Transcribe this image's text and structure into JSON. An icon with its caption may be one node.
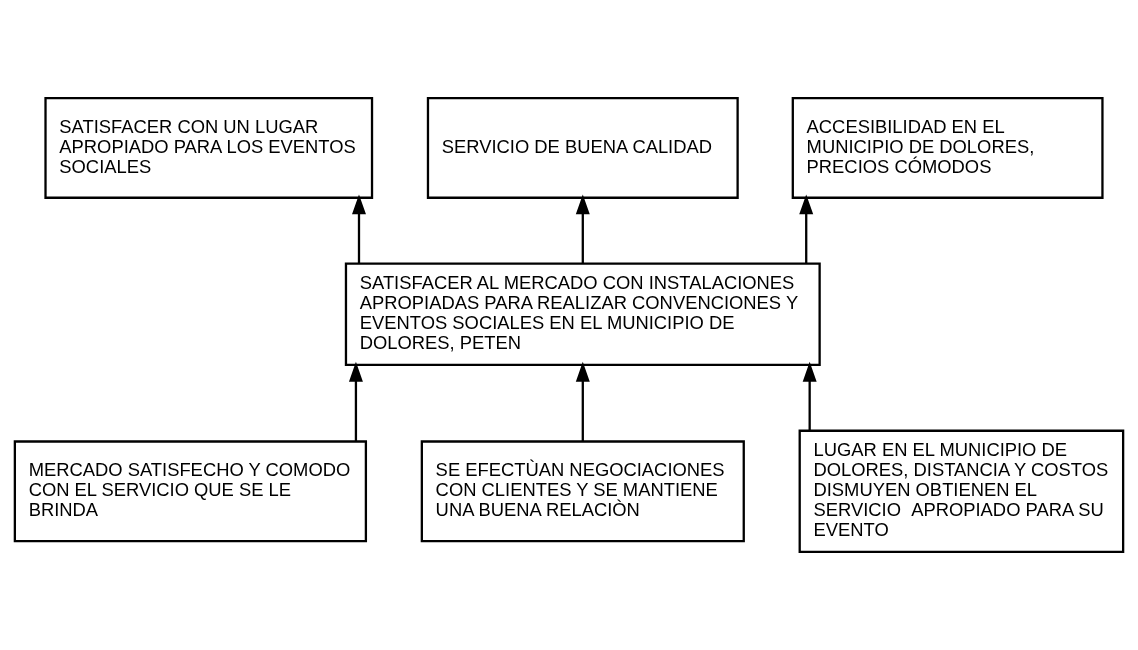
{
  "diagram": {
    "nodes": [
      {
        "text": [
          "SATISFACER CON UN LUGAR APROPIADO PARA LOS EVENTOS SOCIALES"
        ]
      },
      {
        "text": [
          "SERVICIO DE BUENA CALIDAD"
        ]
      },
      {
        "text": [
          "ACCESIBILIDAD EN EL MUNICIPIO DE DOLORES, PRECIOS CÓMODOS"
        ]
      },
      {
        "text": [
          "SATISFACER AL MERCADO CON INSTALACIONES APROPIADAS PARA REALIZAR CONVENCIONES Y EVENTOS SOCIALES EN EL MUNICIPIO DE DOLORES, PETEN"
        ]
      },
      {
        "text": [
          "MERCADO SATISFECHO Y COMODO CON EL SERVICIO QUE SE LE BRINDA"
        ]
      },
      {
        "text": [
          "SE EFECTÙAN NEGOCIACIONES CON CLIENTES Y SE MANTIENE UNA BUENA RELACIÒN"
        ]
      },
      {
        "text": [
          "LUGAR EN EL MUNICIPIO DE DOLORES, DISTANCIA Y COSTOS DISMUYEN OBTIENEN EL SERVICIO  APROPIADO PARA SU EVENTO"
        ]
      }
    ],
    "edges": [
      {
        "from": 3,
        "to": 0,
        "arrow": "to"
      },
      {
        "from": 3,
        "to": 1,
        "arrow": "to"
      },
      {
        "from": 3,
        "to": 2,
        "arrow": "to"
      },
      {
        "from": 4,
        "to": 3,
        "arrow": "to"
      },
      {
        "from": 5,
        "to": 3,
        "arrow": "to"
      },
      {
        "from": 6,
        "to": 3,
        "arrow": "to"
      }
    ]
  }
}
